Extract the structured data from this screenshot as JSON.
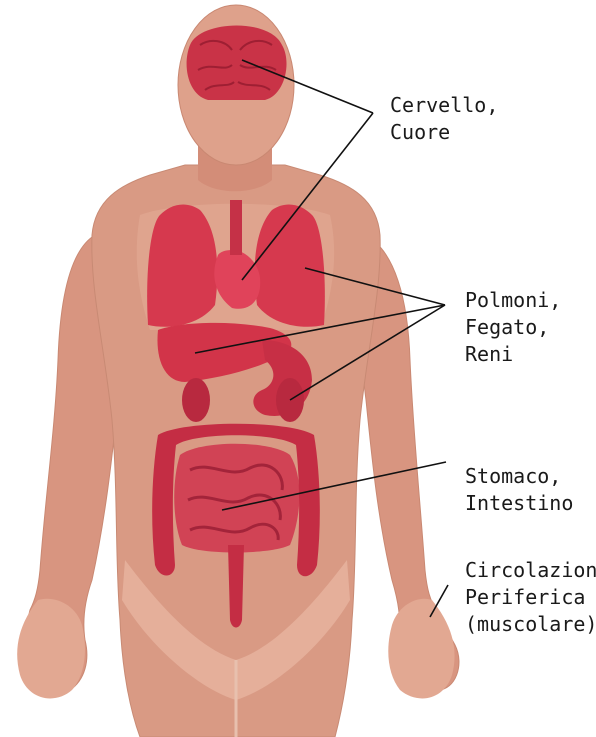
{
  "labels": {
    "brain_heart": [
      "Cervello,",
      "Cuore"
    ],
    "lungs_liver_kidneys": [
      "Polmoni,",
      "Fegato,",
      "Reni"
    ],
    "stomach_intestine": [
      "Stomaco,",
      "Intestino"
    ],
    "peripheral": [
      "Circolazione",
      "Periferica",
      "(muscolare)"
    ]
  },
  "colors": {
    "skin": "#dc9c84",
    "skin_shade": "#c97e6b",
    "skin_light": "#eab9a5",
    "organ": "#d4384f",
    "organ_dark": "#b52a40",
    "leader_line": "#111111"
  }
}
